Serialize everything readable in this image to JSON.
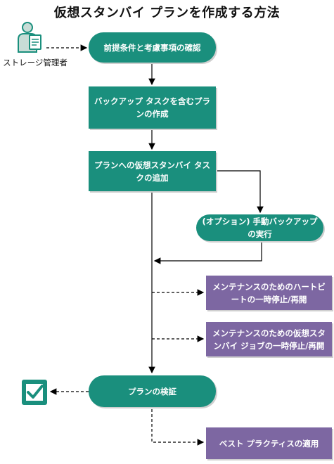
{
  "title": "仮想スタンバイ プランを作成する方法",
  "actor": {
    "label": "ストレージ管理者",
    "icon": "storage-admin-icon"
  },
  "steps": {
    "step1": "前提条件と考慮事項の確認",
    "step2": "バックアップ タスクを含むプランの作成",
    "step3": "プランへの仮想スタンバイ タスクの追加",
    "optional": "(オプション) 手動バックアップの実行",
    "pause_heartbeat": "メンテナンスのためのハートビートの一時停止/再開",
    "pause_jobs": "メンテナンスのための仮想スタンバイ ジョブの一時停止/再開",
    "verify": "プランの検証",
    "best_practices": "ベスト プラクティスの適用"
  },
  "completion_icon": "checkmark-icon",
  "colors": {
    "teal": "#1a8f7d",
    "purple": "#7d67a2",
    "line": "#000000"
  }
}
